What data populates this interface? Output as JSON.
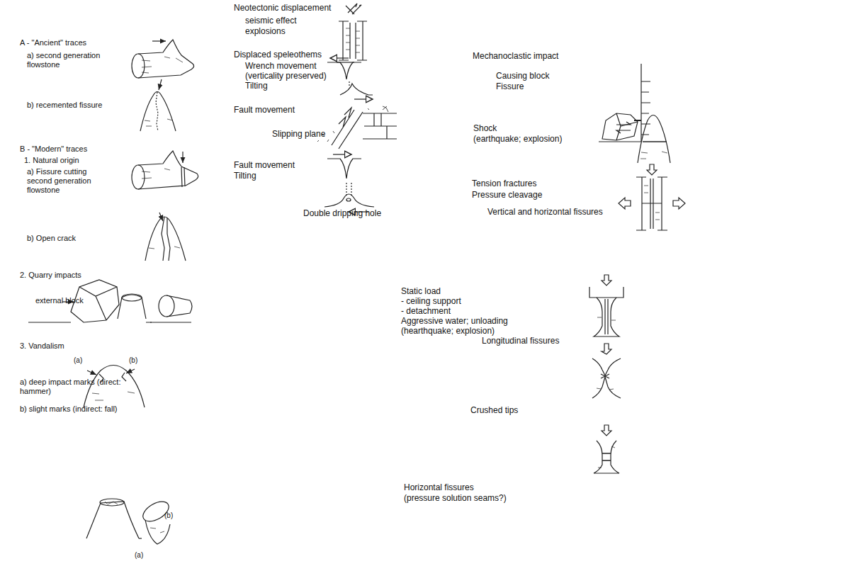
{
  "diagram": {
    "labels": [
      "A - \"Ancient\" traces",
      "a) second generation flowstone",
      "b) recemented fissure",
      "B - \"Modern\" traces",
      "1. Natural origin",
      "a) Fissure cutting second generation flowstone",
      "b) Open crack",
      "2. Quarry impacts",
      "external block",
      "3. Vandalism",
      "(a)",
      "(b)",
      "a) deep impact marks (direct: hammer)",
      "b) slight marks (indirect: fall)",
      "(b)",
      "(a)",
      "Neotectonic displacement",
      "seismic effect",
      "explosions",
      "Displaced speleothems",
      "Wrench movement",
      "(verticality preserved)",
      "Tilting",
      "Fault movement",
      "Slipping plane",
      "Fault movement",
      "Tilting",
      "Double dripping hole",
      "Mechanoclastic impact",
      "Causing block",
      "Fissure",
      "Shock",
      "(earthquake; explosion)",
      "Tension fractures",
      "Pressure cleavage",
      "Vertical and horizontal fissures",
      "Static load",
      "- ceiling support",
      "- detachment",
      "Aggressive water; unloading",
      "(hearthquake; explosion)",
      "Longitudinal fissures",
      "Crushed tips",
      "Horizontal fissures",
      "(pressure solution seams?)"
    ]
  }
}
